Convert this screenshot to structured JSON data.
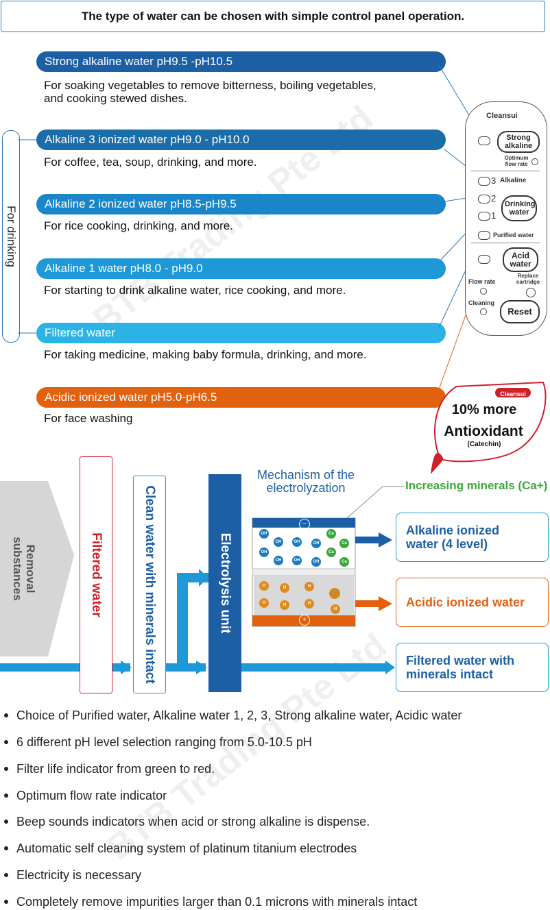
{
  "header": "The type of water can be chosen with simple control panel operation.",
  "side_label": "For drinking",
  "water_types": [
    {
      "label": "Strong alkaline water pH9.5 -pH10.5",
      "desc": "For soaking vegetables to remove bitterness, boiling vegetables,",
      "desc2": "and cooking stewed dishes.",
      "color": "#1c5fa5"
    },
    {
      "label": "Alkaline 3 ionized water pH9.0 - pH10.0",
      "desc": "For coffee, tea, soup, drinking, and more.",
      "color": "#1a6da8"
    },
    {
      "label": "Alkaline 2 ionized water pH8.5-pH9.5",
      "desc": "For rice cooking, drinking, and more.",
      "color": "#1a86c9"
    },
    {
      "label": "Alkaline 1 water pH8.0 - pH9.0",
      "desc": "For starting to drink alkaline water, rice cooking, and more.",
      "color": "#1e98d6"
    },
    {
      "label": "Filtered water",
      "desc": "For taking medicine, making baby formula, drinking, and more.",
      "color": "#2bb3e6"
    },
    {
      "label": "Acidic ionized water pH5.0-pH6.5",
      "desc": "For face washing",
      "color": "#e2610f"
    }
  ],
  "panel": {
    "brand": "Cleansui",
    "strong_alkaline": "Strong alkaline",
    "optimum_flow_rate": "Optimum flow rate",
    "n3": "3",
    "alkaline": "Alkaline",
    "n2": "2",
    "n1": "1",
    "drinking_water": "Drinking water",
    "purified_water": "Purified water",
    "acid_water": "Acid water",
    "flow_rate": "Flow rate",
    "replace_cartridge": "Replace cartridge",
    "cleaning": "Cleaning",
    "reset": "Reset"
  },
  "badge": {
    "brand": "Cleansui",
    "line1": "10% more",
    "line2": "Antioxidant",
    "line3": "(Catechin)"
  },
  "flow": {
    "removal": "Removal substances",
    "filtered_water": "Filtered water",
    "clean_water": "Clean water with minerals intact",
    "electrolysis_unit": "Electrolysis unit",
    "mechanism": "Mechanism of the electrolyzation",
    "increasing_minerals": "Increasing minerals (Ca+)",
    "out_alkaline": "Alkaline ionized water (4 level)",
    "out_acidic": "Acidic ionized water",
    "out_filtered": "Filtered water with minerals intact",
    "minus": "−",
    "plus": "+"
  },
  "ions": {
    "oh": "OH",
    "ca": "Ca",
    "h": "H"
  },
  "features": [
    "Choice of Purified water, Alkaline water 1, 2, 3, Strong alkaline water, Acidic water",
    "6 different pH level selection ranging from 5.0-10.5 pH",
    "Filter life indicator from green to red.",
    "Optimum flow rate indicator",
    "Beep sounds indicators when acid or strong alkaline is dispense.",
    "Automatic self cleaning system of platinum titanium electrodes",
    "Electricity is necessary",
    "Completely remove impurities larger than 0.1 microns with minerals intact"
  ],
  "watermark": "BTB Trading Pte Ltd",
  "colors": {
    "blue": "#1c5fa5",
    "orange": "#e2610f",
    "red": "#d0202a",
    "green": "#3aa83a",
    "gray": "#d6d6d6"
  }
}
